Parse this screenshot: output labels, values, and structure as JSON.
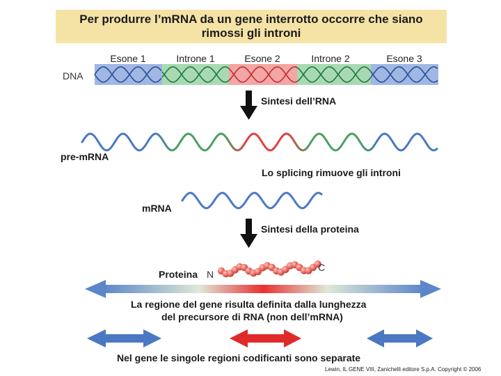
{
  "title": {
    "line1": "Per produrre l’mRNA da un gene interrotto occorre che siano",
    "line2": "rimossi gli introni"
  },
  "dna": {
    "label": "DNA",
    "segments": [
      {
        "label": "Esone 1",
        "color": "#3a6fc4"
      },
      {
        "label": "Introne 1",
        "color": "#3aa05a"
      },
      {
        "label": "Esone 2",
        "color": "#e05050"
      },
      {
        "label": "Introne 2",
        "color": "#3aa05a"
      },
      {
        "label": "Esone 3",
        "color": "#3a6fc4"
      }
    ]
  },
  "steps": {
    "rna_synthesis": "Sintesi dell’RNA",
    "splicing": "Lo splicing rimuove gli introni",
    "protein_synthesis": "Sintesi della proteina"
  },
  "pre_mrna": {
    "label": "pre-mRNA"
  },
  "mrna": {
    "label": "mRNA"
  },
  "protein": {
    "label": "Proteina",
    "n_term": "N",
    "c_term": "C"
  },
  "region_caption": {
    "line1": "La regione del gene risulta definita dalla lunghezza",
    "line2": "del precursore di RNA (non dell’mRNA)"
  },
  "separate_caption": "Nel gene le singole regioni codificanti sono separate",
  "credit": "Lewin, IL GENE VIII, Zanichelli editore S.p.A. Copyright © 2006",
  "colors": {
    "exon": "#3a6fc4",
    "intron": "#3aa05a",
    "exon2": "#e03030",
    "title_bg": "#f5e3a6"
  }
}
